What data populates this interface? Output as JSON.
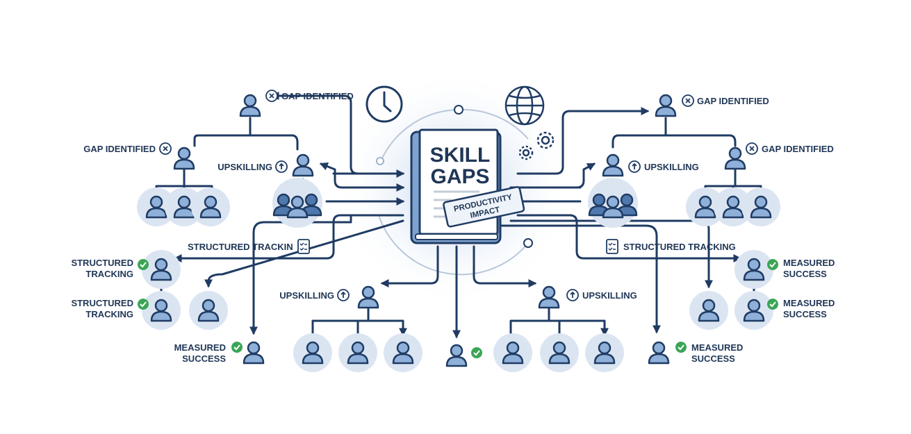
{
  "center": {
    "title_line1": "SKILL",
    "title_line2": "GAPS",
    "stamp_line1": "PRODUCTIVITY",
    "stamp_line2": "IMPACT"
  },
  "labels": {
    "gap_left_top": "GAP IDENTIFIED",
    "gap_left_mid": "GAP IDENTIFIED",
    "upskill_left": "UPSKILLING",
    "tracking_left_arrow": "STRUCTURED TRACKIN",
    "tracking_left_1a": "STRUCTURED",
    "tracking_left_1b": "TRACKING",
    "tracking_left_2a": "STRUCTURED",
    "tracking_left_2b": "TRACKING",
    "measured_left_a": "MEASURED",
    "measured_left_b": "SUCCESS",
    "upskill_bottom_left": "UPSKILLING",
    "upskill_bottom_right": "UPSKILLING",
    "measured_bottom_right_a": "MEASURED",
    "measured_bottom_right_b": "SUCCESS",
    "gap_right_top": "GAP IDENTIFIED",
    "gap_right_mid": "GAP IDENTIFIED",
    "upskill_right": "UPSKILLING",
    "tracking_right_arrow": "STRUCTURED TRACKING",
    "measured_right_1a": "MEASURED",
    "measured_right_1b": "SUCCESS",
    "measured_right_2a": "MEASURED",
    "measured_right_2b": "SUCCESS"
  },
  "colors": {
    "navy": "#1f3b63",
    "person": "#8fb0d8",
    "person_dark": "#4f79ad",
    "halo": "#dbe5f2",
    "check": "#3aa655"
  }
}
